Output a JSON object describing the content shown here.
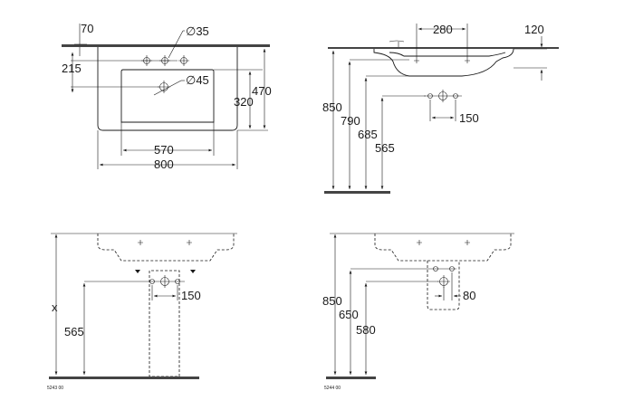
{
  "views": {
    "plan": {
      "hole_diameter_label": "∅35",
      "drain_diameter_label": "∅45",
      "edge_offset_label": "70",
      "hole_row_label": "215",
      "basin_depth_label": "320",
      "total_depth_label": "470",
      "basin_width_label": "570",
      "total_width_label": "800"
    },
    "side": {
      "hole_spacing_label": "280",
      "rim_thickness_label": "120",
      "rim_height_label": "850",
      "bowl_height_label": "790",
      "outlet_height_label": "685",
      "supply_height_label": "565",
      "supply_spacing_label": "150"
    },
    "pedestal": {
      "overall_height_label": "x",
      "supply_height_label": "565",
      "supply_spacing_label": "150",
      "article_number": "5243 00"
    },
    "semi_pedestal": {
      "rim_height_label": "850",
      "outlet_height_label": "650",
      "supply_height_label": "580",
      "supply_spacing_label": "80",
      "article_number": "5244 00"
    }
  }
}
